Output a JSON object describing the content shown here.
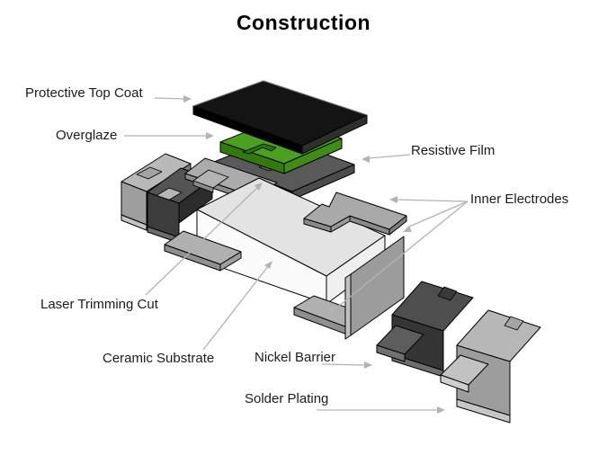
{
  "title": "Construction",
  "diagram": {
    "type": "exploded-view",
    "subject": "chip resistor construction layers"
  },
  "components": {
    "protective_top_coat": {
      "label": "Protective Top Coat",
      "color": "#141414"
    },
    "overglaze": {
      "label": "Overglaze",
      "color": "#4ca01f"
    },
    "resistive_film": {
      "label": "Resistive Film",
      "color": "#595959"
    },
    "inner_electrodes": {
      "label": "Inner Electrodes",
      "color": "#a9a9a9"
    },
    "laser_trimming_cut": {
      "label": "Laser Trimming Cut",
      "color": "#2f7410"
    },
    "ceramic_substrate": {
      "label": "Ceramic Substrate",
      "color": "#e3e3e3"
    },
    "nickel_barrier": {
      "label": "Nickel Barrier",
      "color": "#4e4e4e"
    },
    "solder_plating": {
      "label": "Solder Plating",
      "color": "#b7b7b7"
    }
  },
  "palette": {
    "background": "#ffffff",
    "leader_line": "#b3b3b3",
    "outline": "#000000",
    "title_text": "#000000",
    "label_text": "#1c1c1c"
  }
}
